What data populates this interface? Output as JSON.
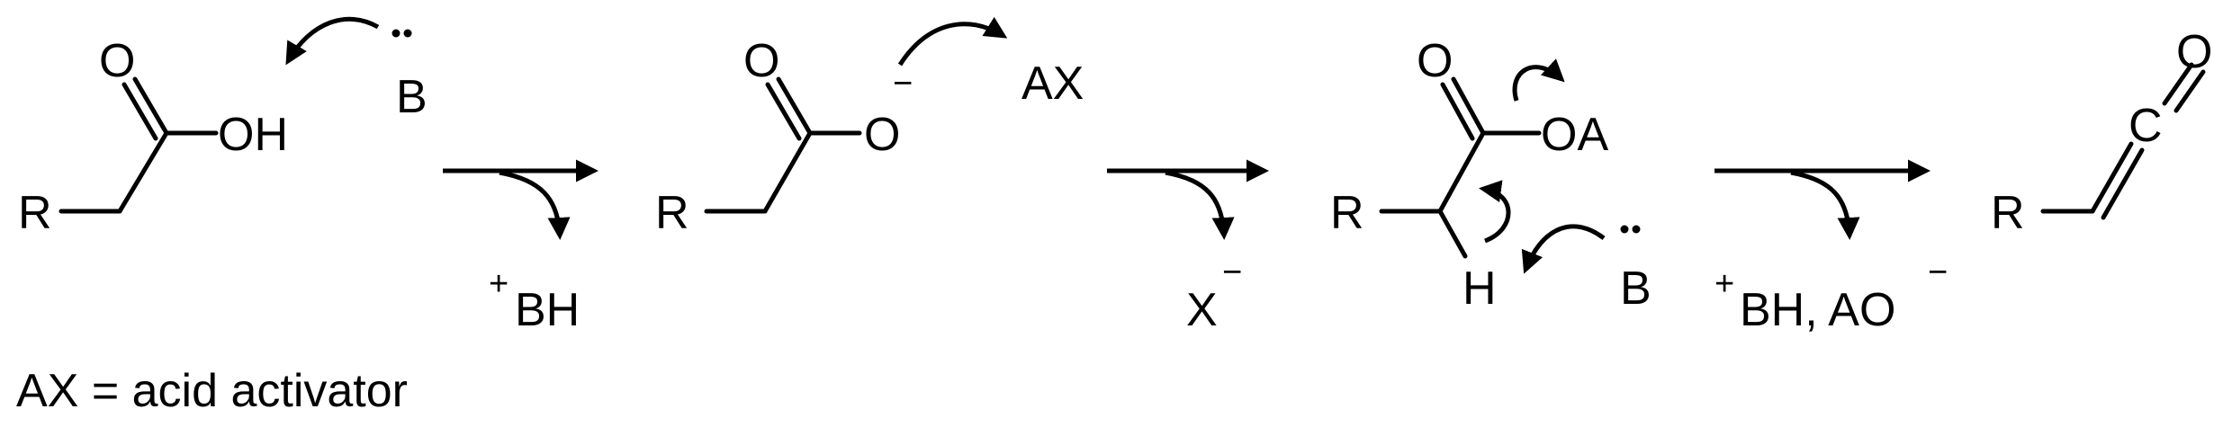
{
  "scheme": {
    "structures": {
      "acid": {
        "O": "O",
        "OH": "OH",
        "R": "R"
      },
      "carboxylate": {
        "O_top": "O",
        "O_minus": "O",
        "charge": "−",
        "R": "R"
      },
      "activated": {
        "O_top": "O",
        "OA": "OA",
        "R": "R",
        "H": "H"
      },
      "ketene": {
        "O": "O",
        "C": "C",
        "R": "R"
      }
    },
    "reagents": {
      "base1": "B",
      "base1_dots": "··",
      "activator": "AX",
      "base2": "B",
      "base2_dots": "··"
    },
    "byproducts": {
      "step1_plus": "+",
      "step1_text": "BH",
      "step2_text": "X",
      "step2_charge": "−",
      "step3_plus": "+",
      "step3_text": "BH, AO",
      "step3_charge": "−"
    },
    "footnote": "AX = acid activator"
  }
}
